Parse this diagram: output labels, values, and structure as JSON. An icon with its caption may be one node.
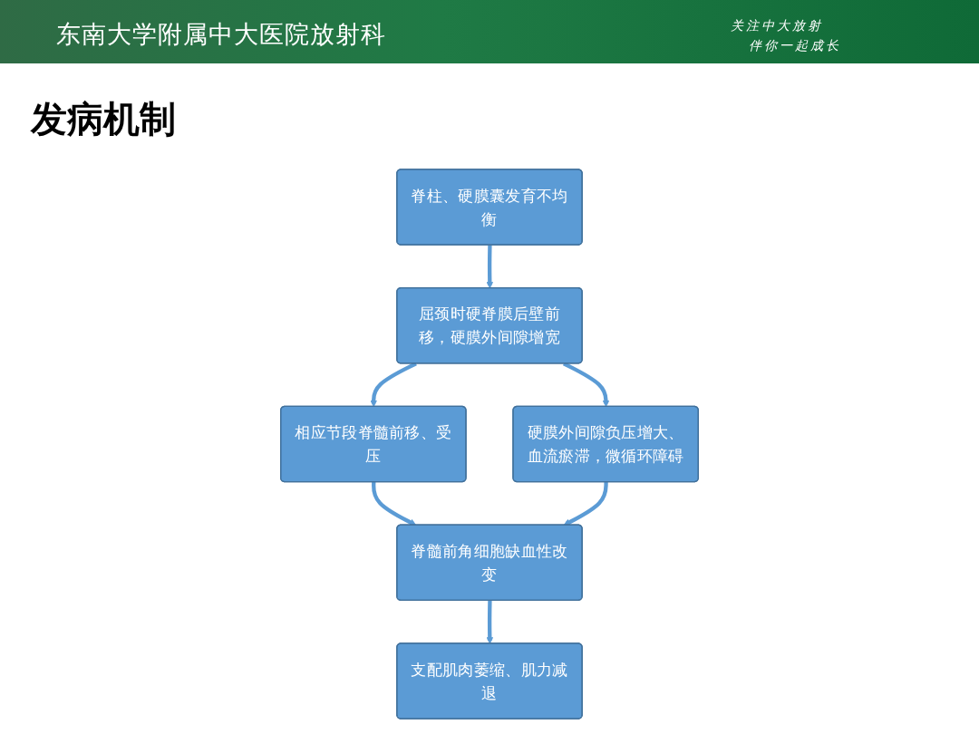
{
  "diagram": {
    "title": "发病机制",
    "nodes": [
      {
        "text": [
          "脊柱、硬膜囊发育不均衡"
        ]
      },
      {
        "text": [
          "屈颈时硬脊膜后壁前移，硬膜外间隙增宽"
        ]
      },
      {
        "text": [
          "相应节段脊髓前移、受压"
        ]
      },
      {
        "text": [
          "硬膜外间隙负压增大、血流瘀滞，微循环障碍"
        ]
      },
      {
        "text": [
          "脊髓前角细胞缺血性改变"
        ]
      },
      {
        "text": [
          "支配肌肉萎缩、肌力减退"
        ]
      }
    ],
    "edges": [
      {
        "from": 0,
        "to": 1,
        "arrow": "to"
      },
      {
        "from": 1,
        "to": 2,
        "arrow": "to"
      },
      {
        "from": 1,
        "to": 3,
        "arrow": "to"
      },
      {
        "from": 2,
        "to": 4,
        "arrow": "to"
      },
      {
        "from": 3,
        "to": 4,
        "arrow": "to"
      },
      {
        "from": 4,
        "to": 5,
        "arrow": "to"
      }
    ],
    "labels": [
      "东南大学附属中大医院放射科",
      "关注中大放射",
      "伴你一起成长"
    ]
  }
}
